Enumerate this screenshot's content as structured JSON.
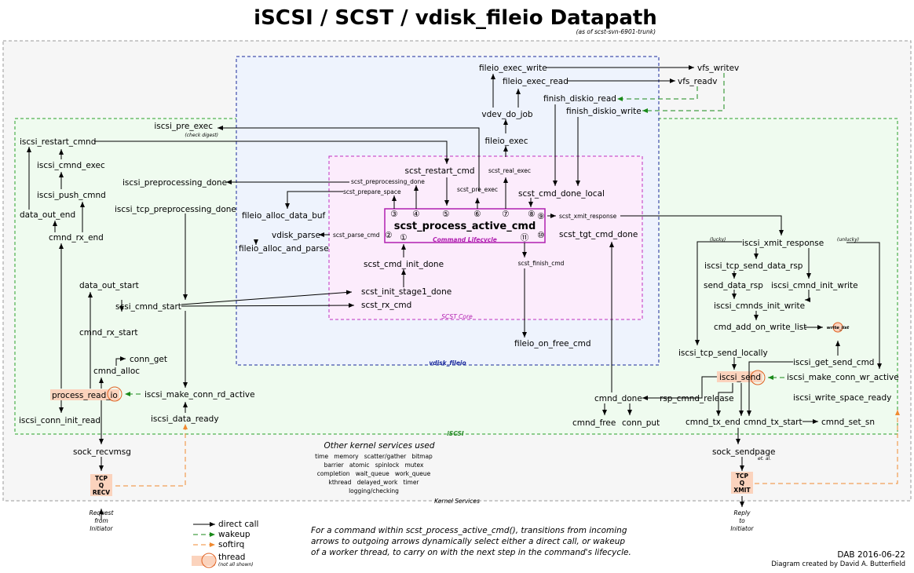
{
  "title": "iSCSI / SCST / vdisk_fileio Datapath",
  "subtitle": "(as of scst-svn-6901-trunk)",
  "regions": {
    "kernel": "Kernel Services",
    "iscsi": "iSCSI",
    "vdisk": "vdisk_fileio",
    "core": "SCST Core",
    "lifecycle": "Command Lifecycle"
  },
  "center": "scst_process_active_cmd",
  "markers": [
    "①",
    "②",
    "③",
    "④",
    "⑤",
    "⑥",
    "⑦",
    "⑧",
    "⑨",
    "⑩",
    "⑪"
  ],
  "nodes": {
    "iscsi_pre_exec": "iscsi_pre_exec",
    "check_digest": "(check digest)",
    "iscsi_restart_cmnd": "iscsi_restart_cmnd",
    "iscsi_cmnd_exec": "iscsi_cmnd_exec",
    "iscsi_push_cmnd": "iscsi_push_cmnd",
    "data_out_end": "data_out_end",
    "cmnd_rx_end": "cmnd_rx_end",
    "iscsi_preprocessing_done": "iscsi_preprocessing_done",
    "iscsi_tcp_preprocessing_done": "iscsi_tcp_preprocessing_done",
    "data_out_start": "data_out_start",
    "scsi_cmnd_start": "scsi_cmnd_start",
    "cmnd_rx_start": "cmnd_rx_start",
    "conn_get": "conn_get",
    "cmnd_alloc": "cmnd_alloc",
    "process_read_io": "process_read_io",
    "iscsi_make_conn_rd_active": "iscsi_make_conn_rd_active",
    "iscsi_conn_init_read": "iscsi_conn_init_read",
    "iscsi_data_ready": "iscsi_data_ready",
    "sock_recvmsg": "sock_recvmsg",
    "fileio_exec_write": "fileio_exec_write",
    "fileio_exec_read": "fileio_exec_read",
    "vfs_writev": "vfs_writev",
    "vfs_readv": "vfs_readv",
    "finish_diskio_read": "finish_diskio_read",
    "finish_diskio_write": "finish_diskio_write",
    "vdev_do_job": "vdev_do_job",
    "fileio_exec": "fileio_exec",
    "scst_restart_cmd": "scst_restart_cmd",
    "scst_real_exec": "scst_real_exec",
    "scst_preprocessing_done": "scst_preprocessing_done",
    "scst_prepare_space": "scst_prepare_space",
    "scst_pre_exec": "scst_pre_exec",
    "scst_cmd_done_local": "scst_cmd_done_local",
    "fileio_alloc_data_buf": "fileio_alloc_data_buf",
    "scst_xmit_response": "scst_xmit_response",
    "vdisk_parse": "vdisk_parse",
    "scst_parse_cmd": "scst_parse_cmd",
    "scst_tgt_cmd_done": "scst_tgt_cmd_done",
    "fileio_alloc_and_parse": "fileio_alloc_and_parse",
    "scst_cmd_init_done": "scst_cmd_init_done",
    "scst_finish_cmd": "scst_finish_cmd",
    "scst_init_stage1_done": "scst_init_stage1_done",
    "scst_rx_cmd": "scst_rx_cmd",
    "fileio_on_free_cmd": "fileio_on_free_cmd",
    "iscsi_xmit_response": "iscsi_xmit_response",
    "lucky": "(lucky)",
    "unlucky": "(unlucky)",
    "iscsi_tcp_send_data_rsp": "iscsi_tcp_send_data_rsp",
    "send_data_rsp": "send_data_rsp",
    "iscsi_cmnd_init_write": "iscsi_cmnd_init_write",
    "iscsi_cmnds_init_write": "iscsi_cmnds_init_write",
    "cmd_add_on_write_list": "cmd_add_on_write_list",
    "write_list": "write_list",
    "iscsi_tcp_send_locally": "iscsi_tcp_send_locally",
    "iscsi_get_send_cmd": "iscsi_get_send_cmd",
    "iscsi_send": "iscsi_send",
    "iscsi_make_conn_wr_active": "iscsi_make_conn_wr_active",
    "iscsi_write_space_ready": "iscsi_write_space_ready",
    "cmnd_done": "cmnd_done",
    "rsp_cmnd_release": "rsp_cmnd_release",
    "cmnd_free": "cmnd_free",
    "conn_put": "conn_put",
    "cmnd_tx_end": "cmnd_tx_end",
    "cmnd_tx_start": "cmnd_tx_start",
    "cmnd_set_sn": "cmnd_set_sn",
    "sock_sendpage": "sock_sendpage",
    "et_al": "et. al."
  },
  "tcp_recv": [
    "TCP",
    "Q",
    "RECV"
  ],
  "tcp_xmit": [
    "TCP",
    "Q",
    "XMIT"
  ],
  "request_text": [
    "Request",
    "from",
    "Initiator"
  ],
  "reply_text": [
    "Reply",
    "to",
    "Initiator"
  ],
  "services": {
    "title": "Other kernel services used",
    "rows": [
      "time   memory   scatter/gather   bitmap",
      "barrier   atomic   spinlock   mutex",
      "completion   wait_queue   work_queue",
      "kthread   delayed_work   timer",
      "logging/checking"
    ]
  },
  "legend": {
    "direct": "direct call",
    "wakeup": "wakeup",
    "softirq": "softirq",
    "thread": "thread",
    "not_all": "(not all shown)"
  },
  "colors": {
    "direct": "#000000",
    "wakeup": "#1a8a1a",
    "softirq": "#f08a30",
    "iscsi_border": "#2aa02a",
    "vdisk_border": "#1a2a9a",
    "core_border": "#c030c0",
    "thread_fill": "#fbd3bd"
  },
  "note": [
    "For a command within scst_process_active_cmd(), transitions from incoming",
    "arrows to outgoing arrows dynamically select either a direct call, or wakeup",
    "of a worker thread, to carry on with the next step in the command's lifecycle."
  ],
  "date": "DAB 2016-06-22",
  "credit": "Diagram created by David A. Butterfield"
}
